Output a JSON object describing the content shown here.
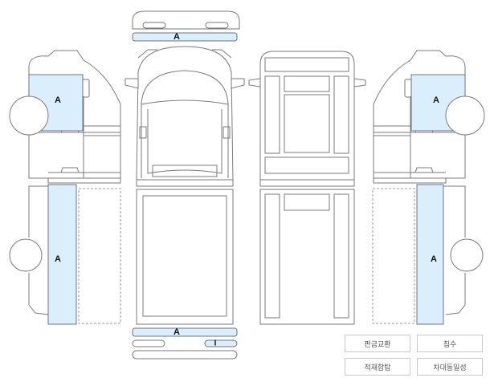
{
  "parts": {
    "front_top_panel": "A",
    "left_door_upper": "A",
    "left_side_rail": "A",
    "right_door_upper": "A",
    "right_side_rail": "A",
    "rear_bumper_top": "A",
    "rear_bumper_small": "I"
  },
  "legend": {
    "exchange": "판금교환",
    "repair": "침수",
    "frame_damage": "적재함탑",
    "same_vehicle": "차대동일성"
  },
  "colors": {
    "highlight_fill": "#dbeefc",
    "outline": "#7a7a7a"
  }
}
